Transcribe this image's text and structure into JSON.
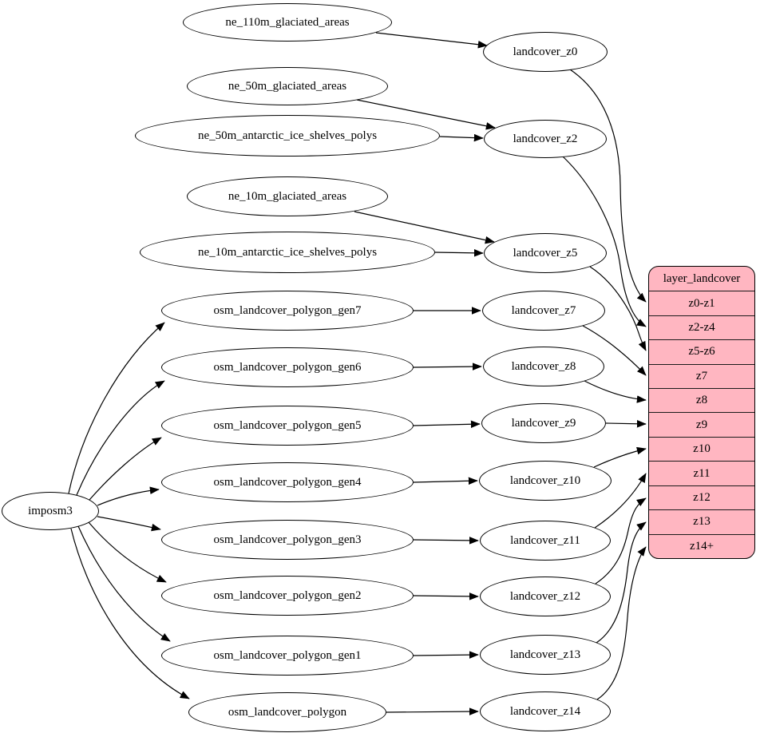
{
  "diagram": {
    "background": "#ffffff",
    "stroke_color": "#000000",
    "text_color": "#000000",
    "record_fill": "#ffb6c1"
  },
  "nodes": [
    {
      "id": "imposm3",
      "label": "imposm3"
    },
    {
      "id": "ne_110m_glaciated_areas",
      "label": "ne_110m_glaciated_areas"
    },
    {
      "id": "ne_50m_glaciated_areas",
      "label": "ne_50m_glaciated_areas"
    },
    {
      "id": "ne_50m_antarctic_ice_shelves_polys",
      "label": "ne_50m_antarctic_ice_shelves_polys"
    },
    {
      "id": "ne_10m_glaciated_areas",
      "label": "ne_10m_glaciated_areas"
    },
    {
      "id": "ne_10m_antarctic_ice_shelves_polys",
      "label": "ne_10m_antarctic_ice_shelves_polys"
    },
    {
      "id": "osm_landcover_polygon_gen7",
      "label": "osm_landcover_polygon_gen7"
    },
    {
      "id": "osm_landcover_polygon_gen6",
      "label": "osm_landcover_polygon_gen6"
    },
    {
      "id": "osm_landcover_polygon_gen5",
      "label": "osm_landcover_polygon_gen5"
    },
    {
      "id": "osm_landcover_polygon_gen4",
      "label": "osm_landcover_polygon_gen4"
    },
    {
      "id": "osm_landcover_polygon_gen3",
      "label": "osm_landcover_polygon_gen3"
    },
    {
      "id": "osm_landcover_polygon_gen2",
      "label": "osm_landcover_polygon_gen2"
    },
    {
      "id": "osm_landcover_polygon_gen1",
      "label": "osm_landcover_polygon_gen1"
    },
    {
      "id": "osm_landcover_polygon",
      "label": "osm_landcover_polygon"
    },
    {
      "id": "landcover_z0",
      "label": "landcover_z0"
    },
    {
      "id": "landcover_z2",
      "label": "landcover_z2"
    },
    {
      "id": "landcover_z5",
      "label": "landcover_z5"
    },
    {
      "id": "landcover_z7",
      "label": "landcover_z7"
    },
    {
      "id": "landcover_z8",
      "label": "landcover_z8"
    },
    {
      "id": "landcover_z9",
      "label": "landcover_z9"
    },
    {
      "id": "landcover_z10",
      "label": "landcover_z10"
    },
    {
      "id": "landcover_z11",
      "label": "landcover_z11"
    },
    {
      "id": "landcover_z12",
      "label": "landcover_z12"
    },
    {
      "id": "landcover_z13",
      "label": "landcover_z13"
    },
    {
      "id": "landcover_z14",
      "label": "landcover_z14"
    }
  ],
  "record": {
    "id": "layer_landcover",
    "title": "layer_landcover",
    "rows": [
      "z0-z1",
      "z2-z4",
      "z5-z6",
      "z7",
      "z8",
      "z9",
      "z10",
      "z11",
      "z12",
      "z13",
      "z14+"
    ]
  },
  "edges": [
    {
      "from": "ne_110m_glaciated_areas",
      "to": "landcover_z0"
    },
    {
      "from": "ne_50m_glaciated_areas",
      "to": "landcover_z2"
    },
    {
      "from": "ne_50m_antarctic_ice_shelves_polys",
      "to": "landcover_z2"
    },
    {
      "from": "ne_10m_glaciated_areas",
      "to": "landcover_z5"
    },
    {
      "from": "ne_10m_antarctic_ice_shelves_polys",
      "to": "landcover_z5"
    },
    {
      "from": "osm_landcover_polygon_gen7",
      "to": "landcover_z7"
    },
    {
      "from": "osm_landcover_polygon_gen6",
      "to": "landcover_z8"
    },
    {
      "from": "osm_landcover_polygon_gen5",
      "to": "landcover_z9"
    },
    {
      "from": "osm_landcover_polygon_gen4",
      "to": "landcover_z10"
    },
    {
      "from": "osm_landcover_polygon_gen3",
      "to": "landcover_z11"
    },
    {
      "from": "osm_landcover_polygon_gen2",
      "to": "landcover_z12"
    },
    {
      "from": "osm_landcover_polygon_gen1",
      "to": "landcover_z13"
    },
    {
      "from": "osm_landcover_polygon",
      "to": "landcover_z14"
    },
    {
      "from": "imposm3",
      "to": "osm_landcover_polygon_gen7"
    },
    {
      "from": "imposm3",
      "to": "osm_landcover_polygon_gen6"
    },
    {
      "from": "imposm3",
      "to": "osm_landcover_polygon_gen5"
    },
    {
      "from": "imposm3",
      "to": "osm_landcover_polygon_gen4"
    },
    {
      "from": "imposm3",
      "to": "osm_landcover_polygon_gen3"
    },
    {
      "from": "imposm3",
      "to": "osm_landcover_polygon_gen2"
    },
    {
      "from": "imposm3",
      "to": "osm_landcover_polygon_gen1"
    },
    {
      "from": "imposm3",
      "to": "osm_landcover_polygon"
    },
    {
      "from": "landcover_z0",
      "to": "layer_landcover:z0-z1"
    },
    {
      "from": "landcover_z2",
      "to": "layer_landcover:z2-z4"
    },
    {
      "from": "landcover_z5",
      "to": "layer_landcover:z5-z6"
    },
    {
      "from": "landcover_z7",
      "to": "layer_landcover:z7"
    },
    {
      "from": "landcover_z8",
      "to": "layer_landcover:z8"
    },
    {
      "from": "landcover_z9",
      "to": "layer_landcover:z9"
    },
    {
      "from": "landcover_z10",
      "to": "layer_landcover:z10"
    },
    {
      "from": "landcover_z11",
      "to": "layer_landcover:z11"
    },
    {
      "from": "landcover_z12",
      "to": "layer_landcover:z12"
    },
    {
      "from": "landcover_z13",
      "to": "layer_landcover:z13"
    },
    {
      "from": "landcover_z14",
      "to": "layer_landcover:z14+"
    }
  ]
}
